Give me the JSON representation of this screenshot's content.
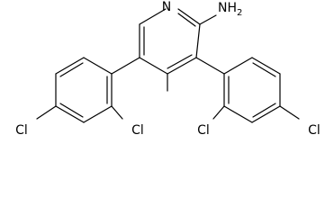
{
  "molecule": {
    "labels": {
      "nitrogen": "N",
      "amine": "NH",
      "amine_subscript": "2",
      "chlorine_left_para": "Cl",
      "chlorine_left_ortho": "Cl",
      "chlorine_right_ortho": "Cl",
      "chlorine_right_para": "Cl"
    },
    "colors": {
      "bond": "#000000",
      "label": "#000000",
      "background": "#ffffff"
    }
  }
}
